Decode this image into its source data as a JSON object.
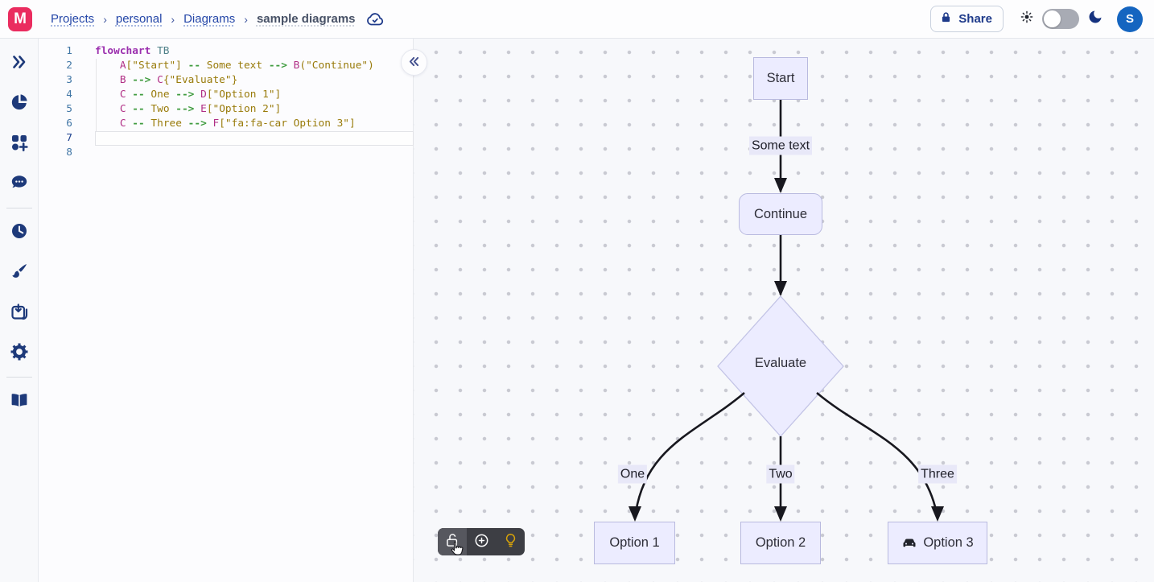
{
  "header": {
    "logo_letter": "M",
    "breadcrumb": {
      "items": [
        "Projects",
        "personal",
        "Diagrams",
        "sample diagrams"
      ],
      "separator": "›"
    },
    "share_label": "Share",
    "theme_toggle_state": "light",
    "avatar_initial": "S"
  },
  "sidebar": {
    "items": [
      "expand-sidebar",
      "diagram-types",
      "templates",
      "feedback",
      "history",
      "theme",
      "export",
      "settings",
      "documentation"
    ]
  },
  "editor": {
    "active_line": 7,
    "total_lines": 8,
    "lines": [
      [
        [
          "keyword",
          "flowchart"
        ],
        [
          "plain",
          " "
        ],
        [
          "type",
          "TB"
        ]
      ],
      [
        [
          "plain",
          "    "
        ],
        [
          "node",
          "A"
        ],
        [
          "string",
          "[\"Start\"]"
        ],
        [
          "plain",
          " "
        ],
        [
          "arrow",
          "--"
        ],
        [
          "plain",
          " "
        ],
        [
          "string",
          "Some text"
        ],
        [
          "plain",
          " "
        ],
        [
          "arrow",
          "-->"
        ],
        [
          "plain",
          " "
        ],
        [
          "node",
          "B"
        ],
        [
          "string",
          "(\"Continue\")"
        ]
      ],
      [
        [
          "plain",
          "    "
        ],
        [
          "node",
          "B"
        ],
        [
          "plain",
          " "
        ],
        [
          "arrow",
          "-->"
        ],
        [
          "plain",
          " "
        ],
        [
          "node",
          "C"
        ],
        [
          "string",
          "{\"Evaluate\"}"
        ]
      ],
      [
        [
          "plain",
          "    "
        ],
        [
          "node",
          "C"
        ],
        [
          "plain",
          " "
        ],
        [
          "arrow",
          "--"
        ],
        [
          "plain",
          " "
        ],
        [
          "string",
          "One"
        ],
        [
          "plain",
          " "
        ],
        [
          "arrow",
          "-->"
        ],
        [
          "plain",
          " "
        ],
        [
          "node",
          "D"
        ],
        [
          "string",
          "[\"Option 1\"]"
        ]
      ],
      [
        [
          "plain",
          "    "
        ],
        [
          "node",
          "C"
        ],
        [
          "plain",
          " "
        ],
        [
          "arrow",
          "--"
        ],
        [
          "plain",
          " "
        ],
        [
          "string",
          "Two"
        ],
        [
          "plain",
          " "
        ],
        [
          "arrow",
          "-->"
        ],
        [
          "plain",
          " "
        ],
        [
          "node",
          "E"
        ],
        [
          "string",
          "[\"Option 2\"]"
        ]
      ],
      [
        [
          "plain",
          "    "
        ],
        [
          "node",
          "C"
        ],
        [
          "plain",
          " "
        ],
        [
          "arrow",
          "--"
        ],
        [
          "plain",
          " "
        ],
        [
          "string",
          "Three"
        ],
        [
          "plain",
          " "
        ],
        [
          "arrow",
          "-->"
        ],
        [
          "plain",
          " "
        ],
        [
          "node",
          "F"
        ],
        [
          "string",
          "[\"fa:fa-car Option 3\"]"
        ]
      ],
      [],
      []
    ]
  },
  "diagram": {
    "nodes": {
      "start": {
        "label": "Start",
        "shape": "rect"
      },
      "continue": {
        "label": "Continue",
        "shape": "rounded"
      },
      "evaluate": {
        "label": "Evaluate",
        "shape": "diamond"
      },
      "option1": {
        "label": "Option 1",
        "shape": "rect"
      },
      "option2": {
        "label": "Option 2",
        "shape": "rect"
      },
      "option3": {
        "label": "Option 3",
        "shape": "rect",
        "icon": "car-icon"
      }
    },
    "edge_labels": {
      "start_continue": "Some text",
      "eval_option1": "One",
      "eval_option2": "Two",
      "eval_option3": "Three"
    },
    "colors": {
      "node_fill": "#ECECFF",
      "node_border": "#B9BADF",
      "edge": "#18181F",
      "label_bg": "#E8E8F8",
      "brand": "#EA2C5F",
      "accent_navy": "#1E3A7A",
      "bulb_yellow": "#D9A408"
    }
  },
  "float_toolbar": {
    "buttons": [
      "pan-lock",
      "reset-view",
      "tips"
    ]
  }
}
